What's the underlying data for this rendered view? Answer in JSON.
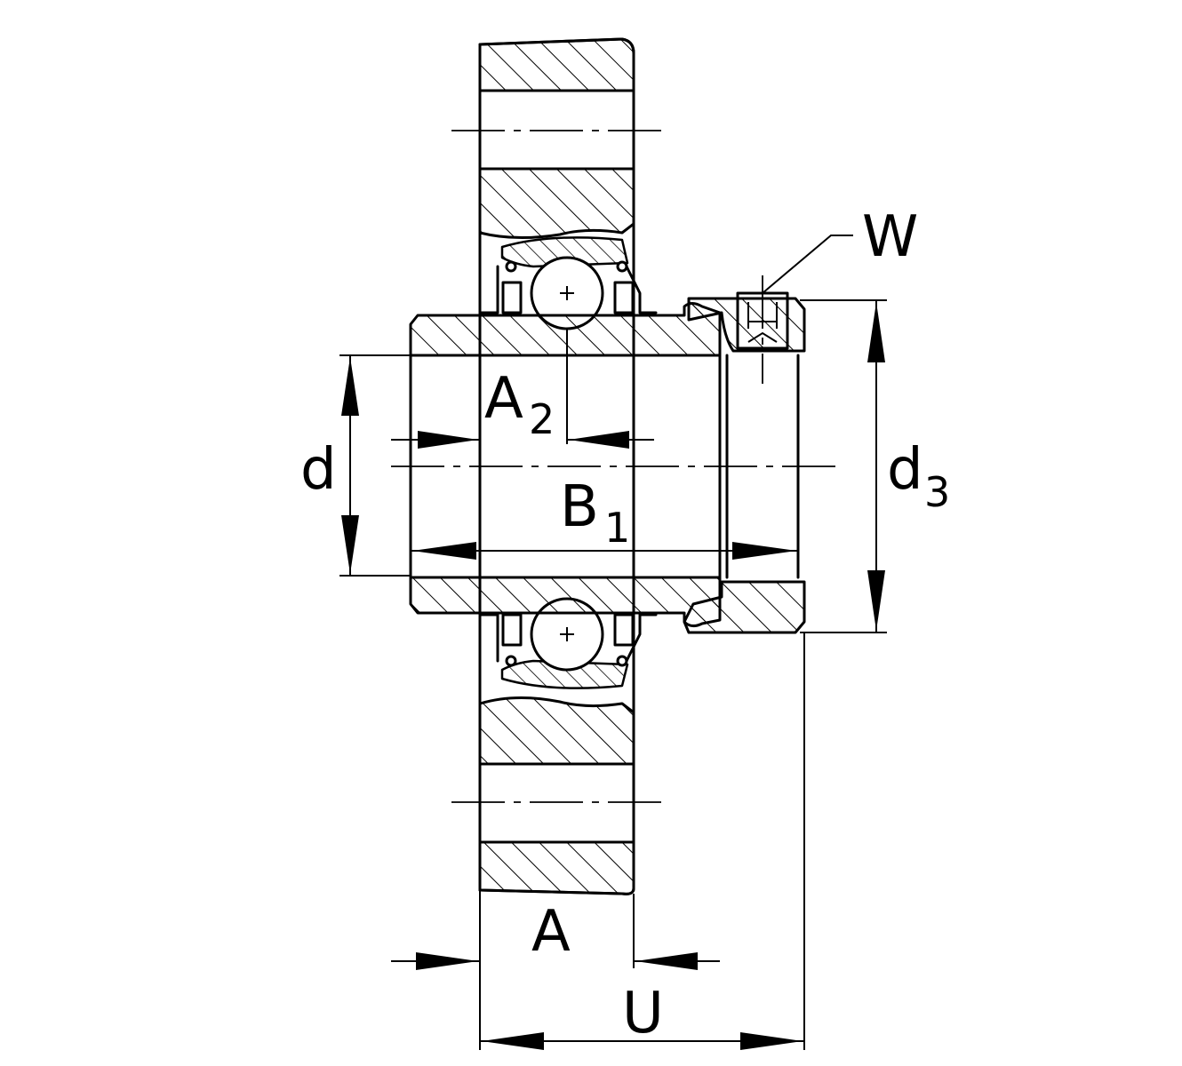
{
  "labels": {
    "W": "W",
    "A2_main": "A",
    "A2_sub": "2",
    "d": "d",
    "d3_main": "d",
    "d3_sub": "3",
    "B1_main": "B",
    "B1_sub": "1",
    "A": "A",
    "U": "U"
  }
}
